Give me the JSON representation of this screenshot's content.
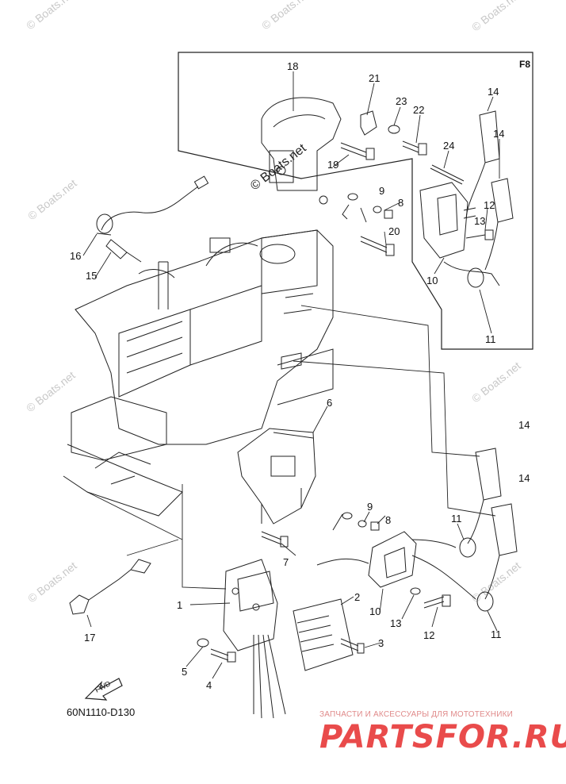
{
  "diagram": {
    "inset_label": "F8",
    "part_number": "60N1110-D130",
    "fwd_label": "FWD",
    "callouts": [
      "18",
      "21",
      "23",
      "22",
      "14",
      "14",
      "24",
      "19",
      "9",
      "8",
      "12",
      "13",
      "20",
      "16",
      "15",
      "10",
      "11",
      "6",
      "14",
      "14",
      "9",
      "8",
      "11",
      "7",
      "1",
      "2",
      "10",
      "13",
      "12",
      "11",
      "3",
      "5",
      "4",
      "17"
    ]
  },
  "watermarks": {
    "site": "© Boats.net",
    "brand_tagline": "ЗАПЧАСТИ И АКСЕССУАРЫ ДЛЯ МОТОТЕХНИКИ",
    "brand_logo": "PARTSFOR.RU"
  },
  "colors": {
    "line": "#222222",
    "watermark": "#c9c9c9",
    "brand": "#e94b4b"
  }
}
